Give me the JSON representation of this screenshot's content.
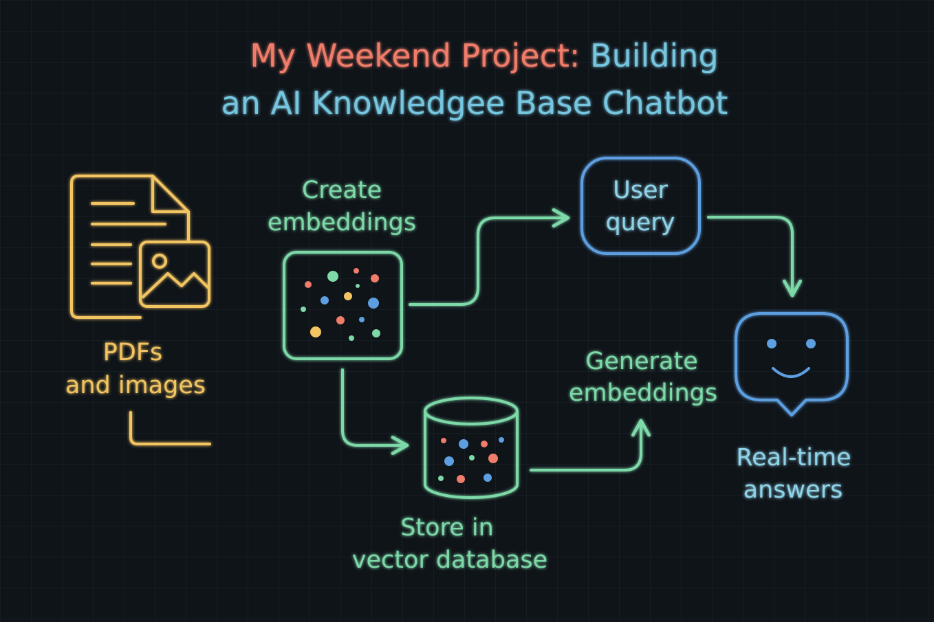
{
  "title": {
    "part1": "My Weekend Project: ",
    "part2": "Building",
    "line2": "an AI Knowledgee Base Chatbot"
  },
  "nodes": {
    "documents": {
      "line1": "PDFs",
      "line2": "and images",
      "icon": "document-with-image-icon"
    },
    "create": {
      "line1": "Create",
      "line2": "embeddings",
      "icon": "embedding-dots-box-icon"
    },
    "store": {
      "line1": "Store in",
      "line2": "vector database",
      "icon": "database-cylinder-icon"
    },
    "query": {
      "line1": "User",
      "line2": "query"
    },
    "generate": {
      "line1": "Generate",
      "line2": "embeddings"
    },
    "answers": {
      "line1": "Real-time",
      "line2": "answers",
      "icon": "smiley-chat-bubble-icon"
    }
  },
  "colors": {
    "background": "#0f1419",
    "title_warm": "#f07c6a",
    "title_cool": "#76c6df",
    "yellow": "#f2c462",
    "green": "#7dd9a8",
    "blue": "#5d9fe0",
    "cyan": "#8fd3e8"
  }
}
